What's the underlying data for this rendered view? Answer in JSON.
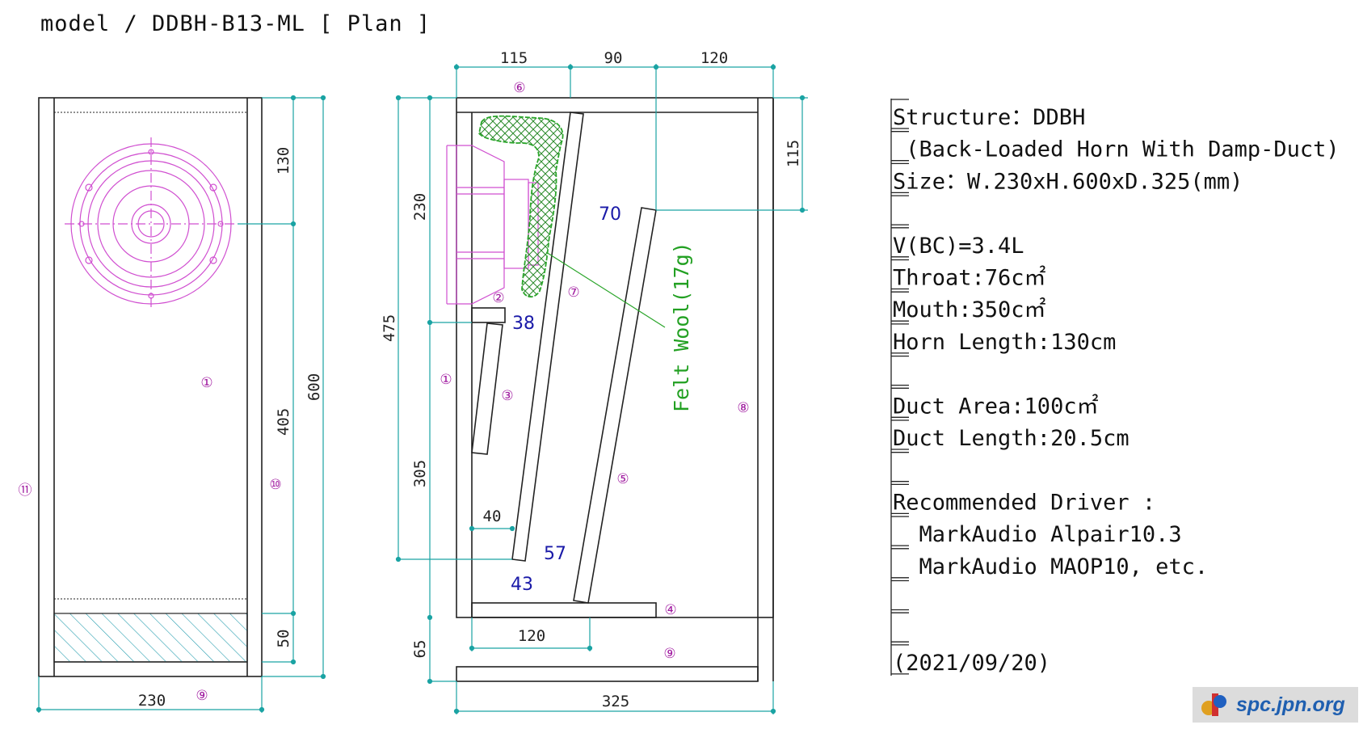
{
  "title": "model / DDBH-B13-ML [ Plan ]",
  "front_view": {
    "dims": {
      "top_panel": "130",
      "middle": "405",
      "bottom": "50",
      "overall_height": "600",
      "width": "230"
    },
    "parts": {
      "baffle": "①",
      "side": "⑩",
      "outer": "⑪",
      "bottom": "⑨"
    }
  },
  "side_view": {
    "dims": {
      "top_a": "115",
      "top_b": "90",
      "top_c": "120",
      "right_top": "115",
      "left_upper": "230",
      "left_mid": "475",
      "left_lower": "305",
      "left_base": "65",
      "bottom_width": "325",
      "inner_40": "40",
      "inner_120": "120"
    },
    "numbers": {
      "n70": "70",
      "n38": "38",
      "n57": "57",
      "n43": "43"
    },
    "parts": {
      "p6": "⑥",
      "p2": "②",
      "p7": "⑦",
      "p1": "①",
      "p3": "③",
      "p8": "⑧",
      "p5": "⑤",
      "p4": "④",
      "p9": "⑨"
    },
    "felt_label": "Felt Wool(17g)"
  },
  "specs": {
    "lines": [
      "Structure：DDBH",
      " (Back-Loaded Horn With Damp-Duct)",
      "Size：W.230xH.600xD.325(mm)",
      "",
      "V(BC)=3.4L",
      "Throat:76c㎡",
      "Mouth:350c㎡",
      "Horn Length:130cm",
      "",
      "Duct Area:100c㎡",
      "Duct Length:20.5cm",
      "",
      "Recommended Driver :",
      "  MarkAudio Alpair10.3",
      "  MarkAudio MAOP10, etc.",
      "",
      "",
      "(2021/09/20)"
    ]
  },
  "logo": {
    "text": "spc.jpn.org"
  },
  "colors": {
    "dimension": "#1aa3a3",
    "driver": "#d04fd0",
    "felt": "#2aa52a",
    "part_label": "#a01aa0",
    "number": "#1a1aa8"
  }
}
